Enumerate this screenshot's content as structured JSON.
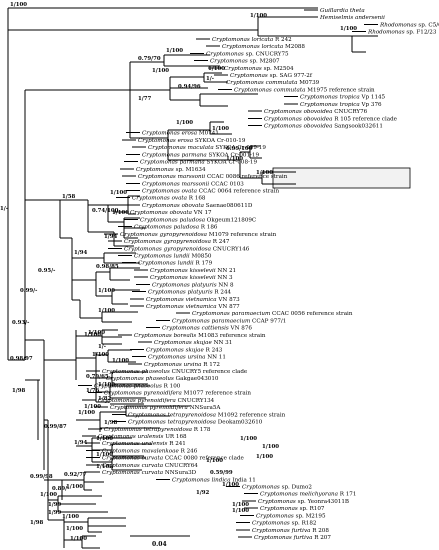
{
  "leaves": [
    {
      "sp": "Guillardia theta",
      "rest": ""
    },
    {
      "sp": "Hemiselmis andersenii",
      "rest": ""
    },
    {
      "sp": "Rhodomonas",
      "rest": " sp. C5/6"
    },
    {
      "sp": "Rhodomonas",
      "rest": " sp. F12/23"
    },
    {
      "sp": "Cryptomonas loricata",
      "rest": " R 242"
    },
    {
      "sp": "Cryptomonas loricata",
      "rest": " M2088"
    },
    {
      "sp": "Cryptomonas",
      "rest": " sp. CNUCRY75"
    },
    {
      "sp": "Cryptomonas",
      "rest": " sp. M2807"
    },
    {
      "sp": "Cryptomonas",
      "rest": " sp. M2504"
    },
    {
      "sp": "Cryptomonas",
      "rest": " sp. SAG 977-2f"
    },
    {
      "sp": "Cryptomonas commutata",
      "rest": " M0739"
    },
    {
      "sp": "Cryptomonas commutata",
      "rest": " M1975 reference strain"
    },
    {
      "sp": "Cryptomonas tropica",
      "rest": " Vp 1145"
    },
    {
      "sp": "Cryptomonas tropica",
      "rest": " Vp 376"
    },
    {
      "sp": "Cryptomonas obovoidea",
      "rest": " CNUCRY76"
    },
    {
      "sp": "Cryptomonas obovoidea",
      "rest": " R 105 reference clade"
    },
    {
      "sp": "Cryptomonas obovoidea",
      "rest": " Sangsook032611"
    },
    {
      "sp": "Cryptomonas erosa",
      "rest": " M0741"
    },
    {
      "sp": "Cryptomonas erosa",
      "rest": " SYKOA Cr-010-19"
    },
    {
      "sp": "Cryptomonas maculata",
      "rest": " SYKOA Cr-009-19"
    },
    {
      "sp": "Cryptomonas parmana",
      "rest": " SYKOA Cr-001-19"
    },
    {
      "sp": "Cryptomonas parmana",
      "rest": " SYKOA Cr-008-19"
    },
    {
      "sp": "Cryptomonas",
      "rest": " sp. M1634"
    },
    {
      "sp": "Cryptomonas marssonii",
      "rest": " CCAC 0086 reference strain"
    },
    {
      "sp": "Cryptomonas marssonii",
      "rest": " CCAC 0103"
    },
    {
      "sp": "Cryptomonas ovata",
      "rest": " CCAC 0064 reference strain"
    },
    {
      "sp": "Cryptomonas ovata",
      "rest": " R 168"
    },
    {
      "sp": "Cryptomonas obovata",
      "rest": " Saenae080611D"
    },
    {
      "sp": "Cryptomonas obovata",
      "rest": " VN 17"
    },
    {
      "sp": "Cryptomonas paludosa",
      "rest": " Okgeum121809C"
    },
    {
      "sp": "Cryptomonas paludosa",
      "rest": " R 186"
    },
    {
      "sp": "Cryptomonas gyropyrenoidosa",
      "rest": " M1079 reference strain"
    },
    {
      "sp": "Cryptomonas gyropyrenoidosa",
      "rest": " R 247"
    },
    {
      "sp": "Cryptomonas gyropyrenoidosa",
      "rest": " CNUCRY146"
    },
    {
      "sp": "Cryptomonas lundii",
      "rest": " M0850"
    },
    {
      "sp": "Cryptomonas lundii",
      "rest": " R 179"
    },
    {
      "sp": "Cryptomonas kisselevii",
      "rest": " NN 21"
    },
    {
      "sp": "Cryptomonas kisselevii",
      "rest": " NN 3"
    },
    {
      "sp": "Cryptomonas platyuris",
      "rest": " NN 8"
    },
    {
      "sp": "Cryptomonas platyuris",
      "rest": " R 244"
    },
    {
      "sp": "Cryptomonas vietnamica",
      "rest": " VN 873"
    },
    {
      "sp": "Cryptomonas vietnamica",
      "rest": " VN 877"
    },
    {
      "sp": "Cryptomonas paramaecium",
      "rest": " CCAC 0056 reference strain"
    },
    {
      "sp": "Cryptomonas paramaecium",
      "rest": " CCAP 977/1"
    },
    {
      "sp": "Cryptomonas cattiensis",
      "rest": " VN 876"
    },
    {
      "sp": "Cryptomonas borealis",
      "rest": " M1083 reference strain"
    },
    {
      "sp": "Cryptomonas skujae",
      "rest": " NN 31"
    },
    {
      "sp": "Cryptomonas skujae",
      "rest": " R 243"
    },
    {
      "sp": "Cryptomonas ursina",
      "rest": " NN 11"
    },
    {
      "sp": "Cryptomonas ursina",
      "rest": " R 172"
    },
    {
      "sp": "Cryptomonas phaseolus",
      "rest": " CNUCRY5 reference clade"
    },
    {
      "sp": "Cryptomonas phaseolus",
      "rest": " Gakgae043010"
    },
    {
      "sp": "Cryptomonas phaseolus",
      "rest": " R 100"
    },
    {
      "sp": "Cryptomonas pyrenoidifera",
      "rest": " M1077 reference strain"
    },
    {
      "sp": "Cryptomonas pyrenoidifera",
      "rest": " CNUCRY134"
    },
    {
      "sp": "Cryptomonas pyrenoidifera",
      "rest": " NNSura5A"
    },
    {
      "sp": "Cryptomonas tetrapyrenoidosa",
      "rest": " M1092 reference strain"
    },
    {
      "sp": "Cryptomonas tetrapyrenoidosa",
      "rest": " Deokam032610"
    },
    {
      "sp": "Cryptomonas tetrapyrenoidosa",
      "rest": " R 178"
    },
    {
      "sp": "Cryptomonas uralensis",
      "rest": " UR 168"
    },
    {
      "sp": "Cryptomonas uralensis",
      "rest": " R 241"
    },
    {
      "sp": "Cryptomonas mavalenkoae",
      "rest": " R 246"
    },
    {
      "sp": "Cryptomonas curvata",
      "rest": " CCAC 0080 reference clade"
    },
    {
      "sp": "Cryptomonas curvata",
      "rest": " CNUCRY64"
    },
    {
      "sp": "Cryptomonas curvata",
      "rest": " NNSura3D"
    },
    {
      "sp": "Cryptomonas lindica",
      "rest": " India 11"
    },
    {
      "sp": "Cryptomonas",
      "rest": " sp. Dumo2"
    },
    {
      "sp": "Cryptomonas melichyorana",
      "rest": " R 171"
    },
    {
      "sp": "Cryptomonas",
      "rest": " sp. Yeonra43011B"
    },
    {
      "sp": "Cryptomonas",
      "rest": " sp. R107"
    },
    {
      "sp": "Cryptomonas",
      "rest": " sp. M2195"
    },
    {
      "sp": "Cryptomonas",
      "rest": " sp. R182"
    },
    {
      "sp": "Cryptomonas furtiva",
      "rest": " R 208"
    },
    {
      "sp": "Cryptomonas furtiva",
      "rest": " R 207"
    }
  ],
  "support_values": [
    "1/100",
    "1/100",
    "1/100",
    "1/100",
    "1/100",
    "1/-",
    "0.94/96",
    "1/100",
    "0.79/70",
    "1/100",
    "1/77",
    "1/100",
    "1/100",
    "0.99/100",
    "1/100",
    "0.74/100",
    "1/100",
    "1/100",
    "1/94",
    "1/58",
    "1/94",
    "0.98/85",
    "1/100",
    "1/100",
    "1/100",
    "1/100",
    "1/-",
    "1/100",
    "1/100",
    "0.79/65",
    "1/76",
    "1/100",
    "1/82",
    "1/100",
    "1/98",
    "0.99/87",
    "1/94",
    "1/100",
    "1/100",
    "0.92/77",
    "0.89/-",
    "1/100",
    "1/100",
    "1/99",
    "1/99",
    "1/100",
    "1/98",
    "1/100",
    "1/100",
    "0.99/98",
    "1/100",
    "1/100",
    "1/100",
    "1/100",
    "1/100",
    "1/100",
    "0.59/99",
    "1/100",
    "1/92",
    "1/100",
    "1/100",
    "0.95/-",
    "0.99/-",
    "0.93/-",
    "0.98/97",
    "1/98",
    "1/-"
  ],
  "scale": {
    "label": "0.04"
  },
  "highlight": {
    "color": "#f2f2f2",
    "border": "#000000"
  }
}
